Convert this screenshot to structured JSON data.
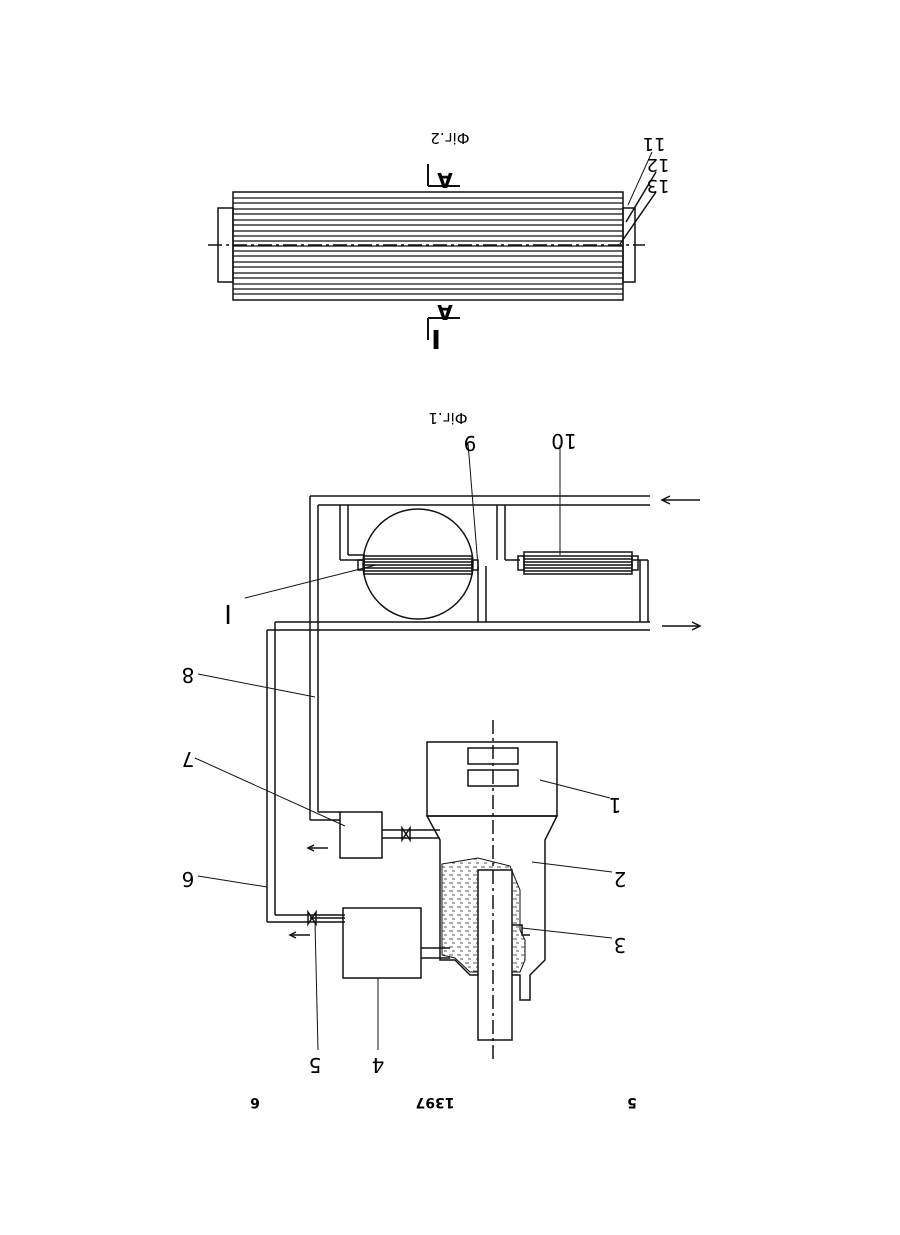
{
  "figures": {
    "fig1": {
      "caption": "Фіг.1"
    },
    "fig2": {
      "caption": "Фіг.2"
    }
  },
  "section_marks": {
    "roman": "I",
    "letter": "A"
  },
  "callouts": {
    "c1": "1",
    "c2": "2",
    "c3": "3",
    "c4": "4",
    "c5": "5",
    "c6": "6",
    "c7": "7",
    "c8": "8",
    "c9": "9",
    "c10": "10",
    "c11": "11",
    "c12": "12",
    "c13": "13",
    "cI": "I"
  },
  "footer": {
    "left": "6",
    "center": "1397",
    "right": "5"
  },
  "colors": {
    "ink": "#111111",
    "liquid": "#555555",
    "paper": "#ffffff"
  }
}
